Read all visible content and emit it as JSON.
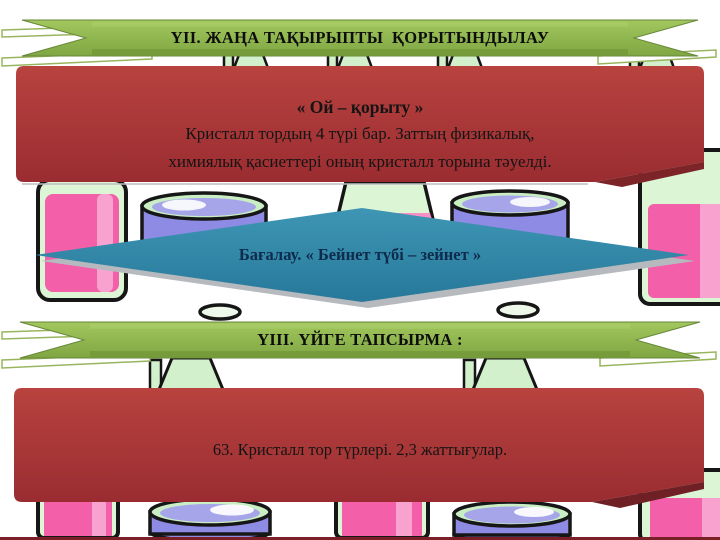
{
  "banners": [
    {
      "label": "ҮІІ. ЖАҢА ТАҚЫРЫПТЫ  ҚОРЫТЫНДЫЛАУ"
    },
    {
      "label": "ҮІІІ. ҮЙГЕ ТАПСЫРМА :"
    }
  ],
  "conclusion_box": {
    "title": "« Ой – қорыту »",
    "line1": "Кристалл тордың 4 түрі бар. Заттың физикалық,",
    "line2": "химиялық қасиеттері оның кристалл торына тәуелді."
  },
  "assessment_diamond": {
    "label": "Бағалау. « Бейнет түбі – зейнет »"
  },
  "homework_box": {
    "text": "63. Кристалл тор түрлері. 2,3 жаттығулар."
  },
  "colors": {
    "banner_green": "#8FBA4B",
    "banner_green_light": "#A9CC67",
    "banner_green_dark": "#74993A",
    "box_red": "#A93338",
    "box_red_fold": "#7C2428",
    "diamond_teal": "#2F87A6",
    "diamond_text": "#0E2B4C",
    "text_black": "#141414",
    "glass_green": "#DCF5D4",
    "glass_rim": "#C9EEC4",
    "liquid_pink": "#F35FA8",
    "liquid_pink_light": "#F8A3CF",
    "liquid_purple": "#8D8BE3",
    "liquid_purple_light": "#A7A5EA",
    "bottom_line": "#7A2127"
  }
}
